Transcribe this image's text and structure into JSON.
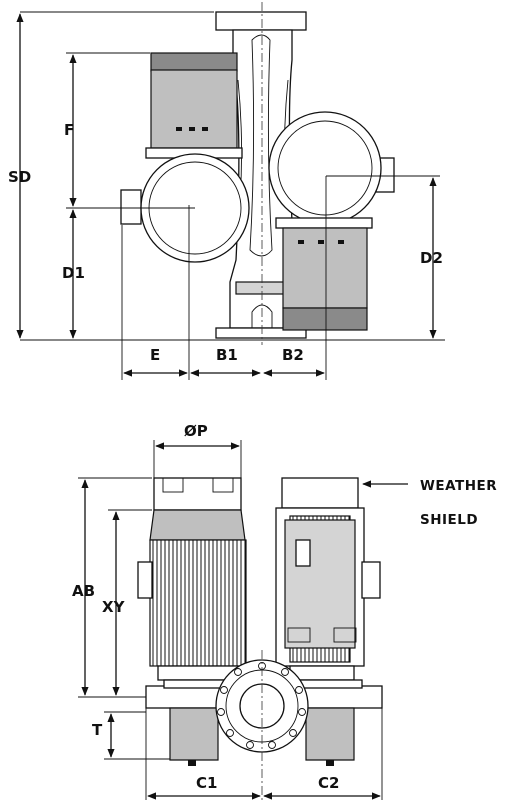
{
  "top_view": {
    "labels": {
      "sd": "SD",
      "f": "F",
      "d1": "D1",
      "d2": "D2",
      "e": "E",
      "b1": "B1",
      "b2": "B2"
    }
  },
  "bottom_view": {
    "labels": {
      "op": "ØP",
      "ab": "AB",
      "xy": "XY",
      "t": "T",
      "c1": "C1",
      "c2": "C2"
    },
    "note_line1": "WEATHER",
    "note_line2": "SHIELD"
  }
}
